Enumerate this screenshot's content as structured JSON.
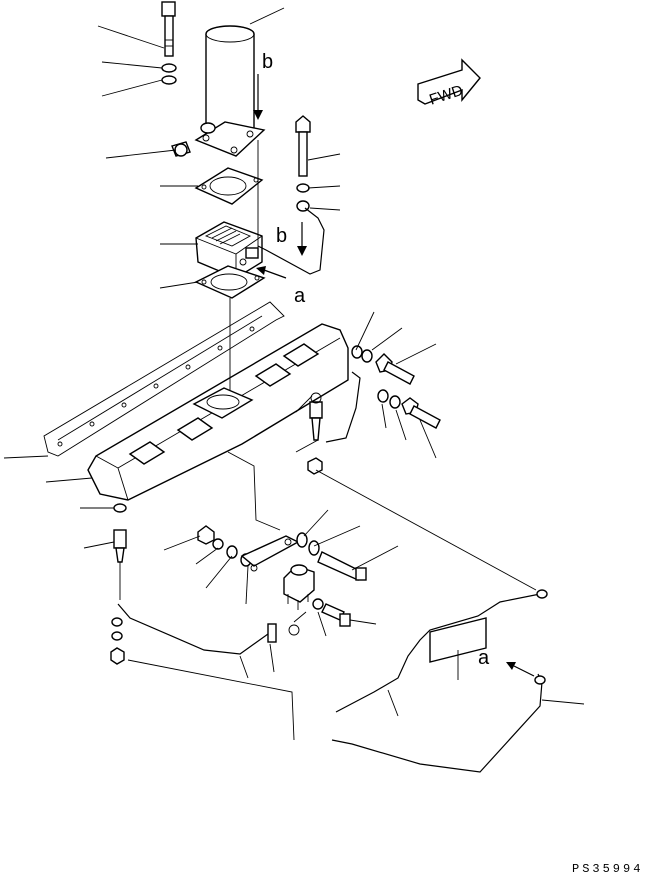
{
  "figure": {
    "direction_arrow_text": "FWD",
    "callout_letters": {
      "a1": "a",
      "a2": "a",
      "b1": "b",
      "b2": "b"
    },
    "figure_code": "PS35994"
  }
}
